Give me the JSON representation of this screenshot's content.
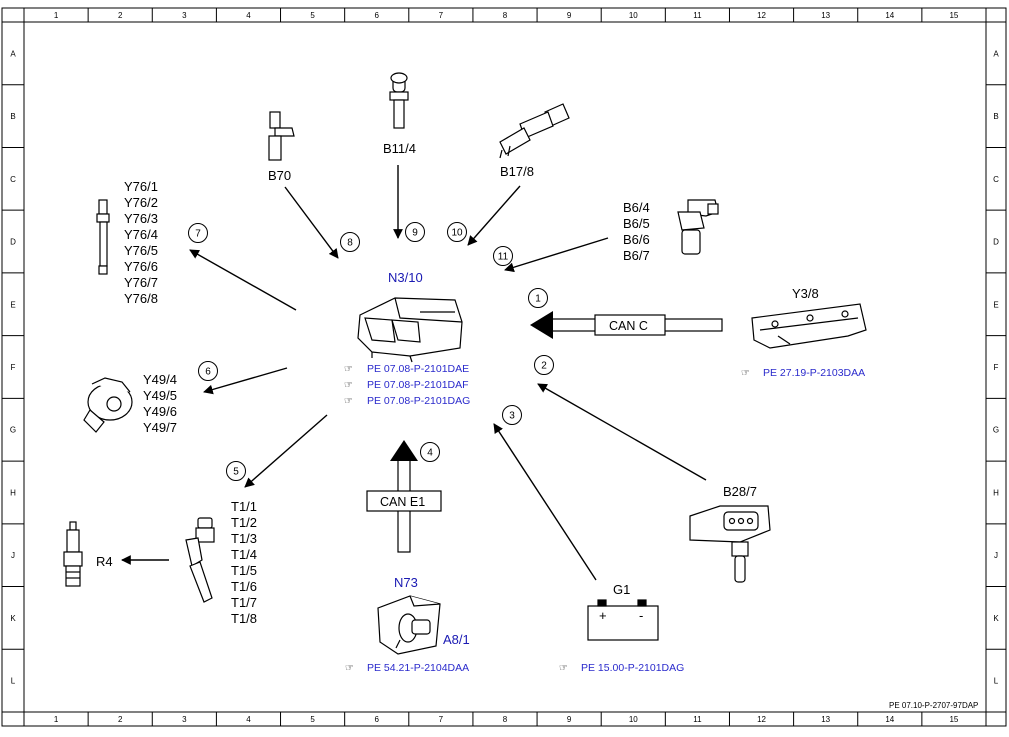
{
  "grid": {
    "columns": [
      "1",
      "2",
      "3",
      "4",
      "5",
      "6",
      "7",
      "8",
      "9",
      "10",
      "11",
      "12",
      "13",
      "14",
      "15"
    ],
    "rows": [
      "A",
      "B",
      "C",
      "D",
      "E",
      "F",
      "G",
      "H",
      "J",
      "K",
      "L"
    ]
  },
  "center": {
    "label": "N3/10",
    "refs": [
      "PE 07.08-P-2101DAE",
      "PE 07.08-P-2101DAF",
      "PE 07.08-P-2101DAG"
    ]
  },
  "components": {
    "b11_4": "B11/4",
    "b70": "B70",
    "b17_8": "B17/8",
    "b6": [
      "B6/4",
      "B6/5",
      "B6/6",
      "B6/7"
    ],
    "y76": [
      "Y76/1",
      "Y76/2",
      "Y76/3",
      "Y76/4",
      "Y76/5",
      "Y76/6",
      "Y76/7",
      "Y76/8"
    ],
    "y49": [
      "Y49/4",
      "Y49/5",
      "Y49/6",
      "Y49/7"
    ],
    "t1": [
      "T1/1",
      "T1/2",
      "T1/3",
      "T1/4",
      "T1/5",
      "T1/6",
      "T1/7",
      "T1/8"
    ],
    "r4": "R4",
    "y3_8": "Y3/8",
    "y3_8_ref": "PE 27.19-P-2103DAA",
    "b28_7": "B28/7",
    "g1": "G1",
    "g1_ref": "PE 15.00-P-2101DAG",
    "n73": "N73",
    "a8_1": "A8/1",
    "n73_ref": "PE 54.21-P-2104DAA"
  },
  "bus": {
    "can_c": "CAN C",
    "can_e1": "CAN E1"
  },
  "callouts": [
    "1",
    "2",
    "3",
    "4",
    "5",
    "6",
    "7",
    "8",
    "9",
    "10",
    "11"
  ],
  "battery": {
    "plus": "+",
    "minus": "-"
  },
  "doc_code": "PE 07.10-P-2707-97DAP"
}
